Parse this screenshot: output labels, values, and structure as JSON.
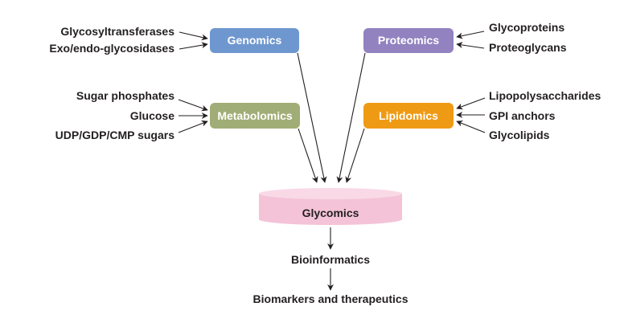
{
  "diagram": {
    "title": "Omics integration into glycomics",
    "colors": {
      "genomics": "#6f97cf",
      "proteomics": "#9282c0",
      "metabolomics": "#a0ad76",
      "lipidomics": "#ef9a14",
      "glycomics_top": "#f9d9e6",
      "glycomics_body": "#f4c3d8",
      "text": "#231f20"
    },
    "nodes": {
      "genomics": {
        "label": "Genomics",
        "inputs": [
          "Glycosyltransferases",
          "Exo/endo-glycosidases"
        ]
      },
      "proteomics": {
        "label": "Proteomics",
        "inputs": [
          "Glycoproteins",
          "Proteoglycans"
        ]
      },
      "metabolomics": {
        "label": "Metabolomics",
        "inputs": [
          "Sugar phosphates",
          "Glucose",
          "UDP/GDP/CMP sugars"
        ]
      },
      "lipidomics": {
        "label": "Lipidomics",
        "inputs": [
          "Lipopolysaccharides",
          "GPI anchors",
          "Glycolipids"
        ]
      },
      "glycomics": {
        "label": "Glycomics"
      },
      "bioinformatics": {
        "label": "Bioinformatics"
      },
      "outcome": {
        "label": "Biomarkers and therapeutics"
      }
    }
  }
}
